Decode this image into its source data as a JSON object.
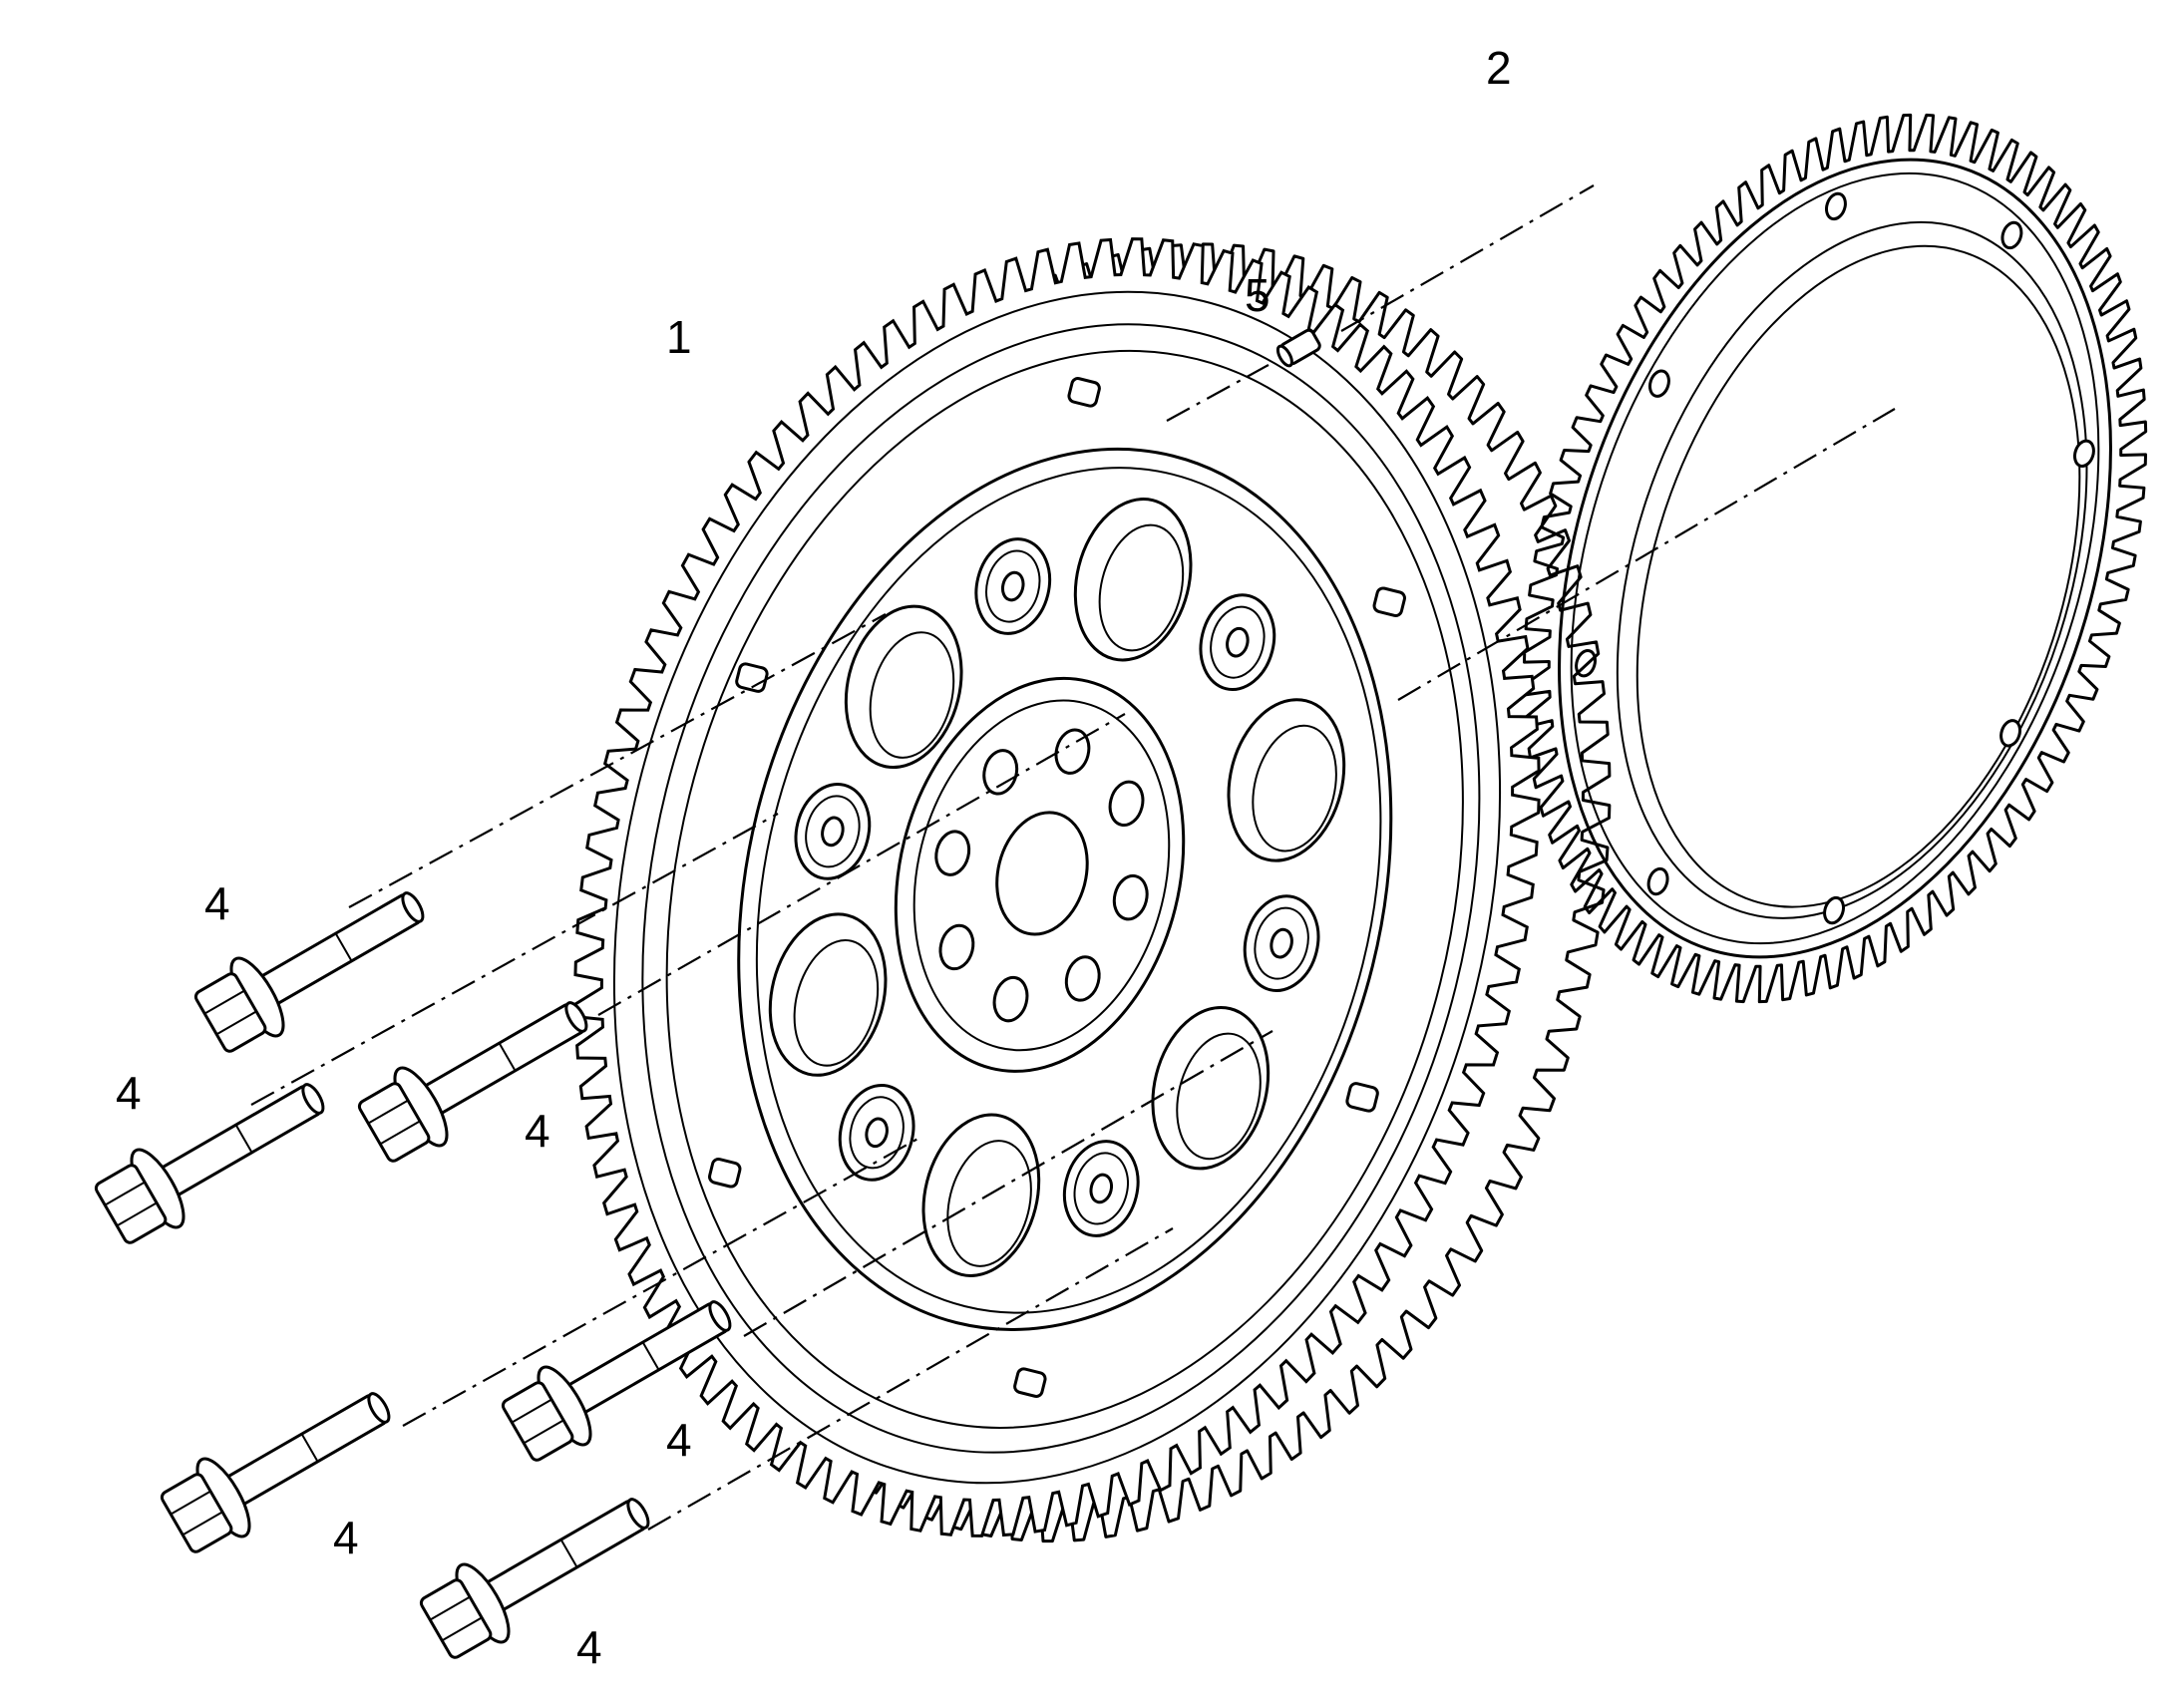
{
  "diagram": {
    "callouts": {
      "gear": "1",
      "ring_gear": "2",
      "bolt": "4",
      "dowel_pin": "5"
    },
    "gear_teeth": 96,
    "ring_teeth": 82,
    "bolt_count": 6
  }
}
